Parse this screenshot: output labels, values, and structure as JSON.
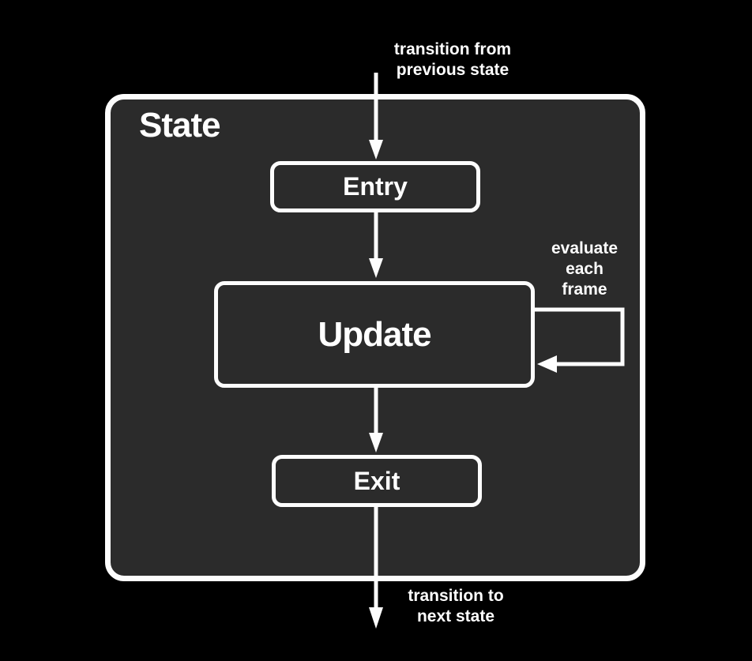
{
  "colors": {
    "bg": "#000000",
    "panel": "#2b2b2b",
    "line": "#fdfdfd",
    "text": "#ffffff"
  },
  "state_container": {
    "title": "State"
  },
  "nodes": {
    "entry": "Entry",
    "update": "Update",
    "exit": "Exit"
  },
  "annotations": {
    "incoming": "transition from\nprevious state",
    "loop": "evaluate\neach\nframe",
    "outgoing": "transition to\nnext state"
  }
}
